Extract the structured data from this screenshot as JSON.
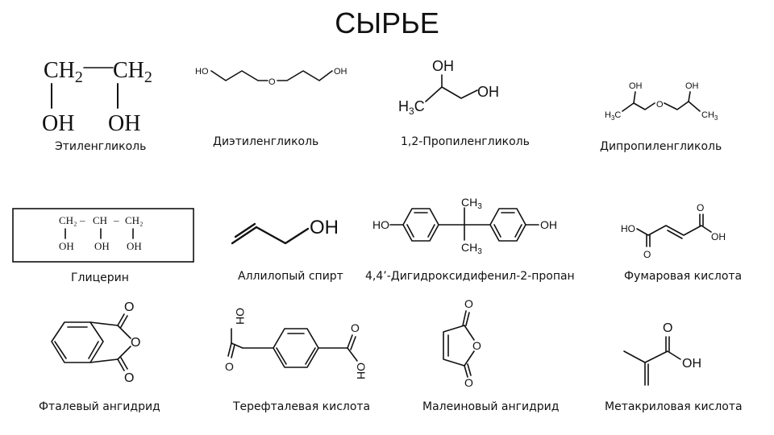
{
  "title": "СЫРЬЕ",
  "compounds": [
    {
      "name": "Этиленгликоль"
    },
    {
      "name": "Диэтиленгликоль"
    },
    {
      "name": "1,2-Пропиленгликоль"
    },
    {
      "name": "Дипропиленгликоль"
    },
    {
      "name": "Глицерин"
    },
    {
      "name": "Аллилопый спирт"
    },
    {
      "name": "4,4’-Дигидроксидифенил-2-пропан"
    },
    {
      "name": "Фумаровая кислота"
    },
    {
      "name": "Фталевый ангидрид"
    },
    {
      "name": "Терефталевая кислота"
    },
    {
      "name": "Малеиновый ангидрид"
    },
    {
      "name": "Метакриловая кислота"
    }
  ],
  "atoms": {
    "ch2": "CH",
    "sub2": "2",
    "oh": "OH",
    "ho": "HO",
    "o": "O",
    "h3c": "H",
    "sub3c": "3",
    "c": "C",
    "ch3": "CH",
    "sub3": "3",
    "ch": "CH",
    "glyc_ch2a": "CH₂",
    "glyc_ch": "CH",
    "glyc_ch2b": "CH₂",
    "glyc_sep": "–"
  }
}
